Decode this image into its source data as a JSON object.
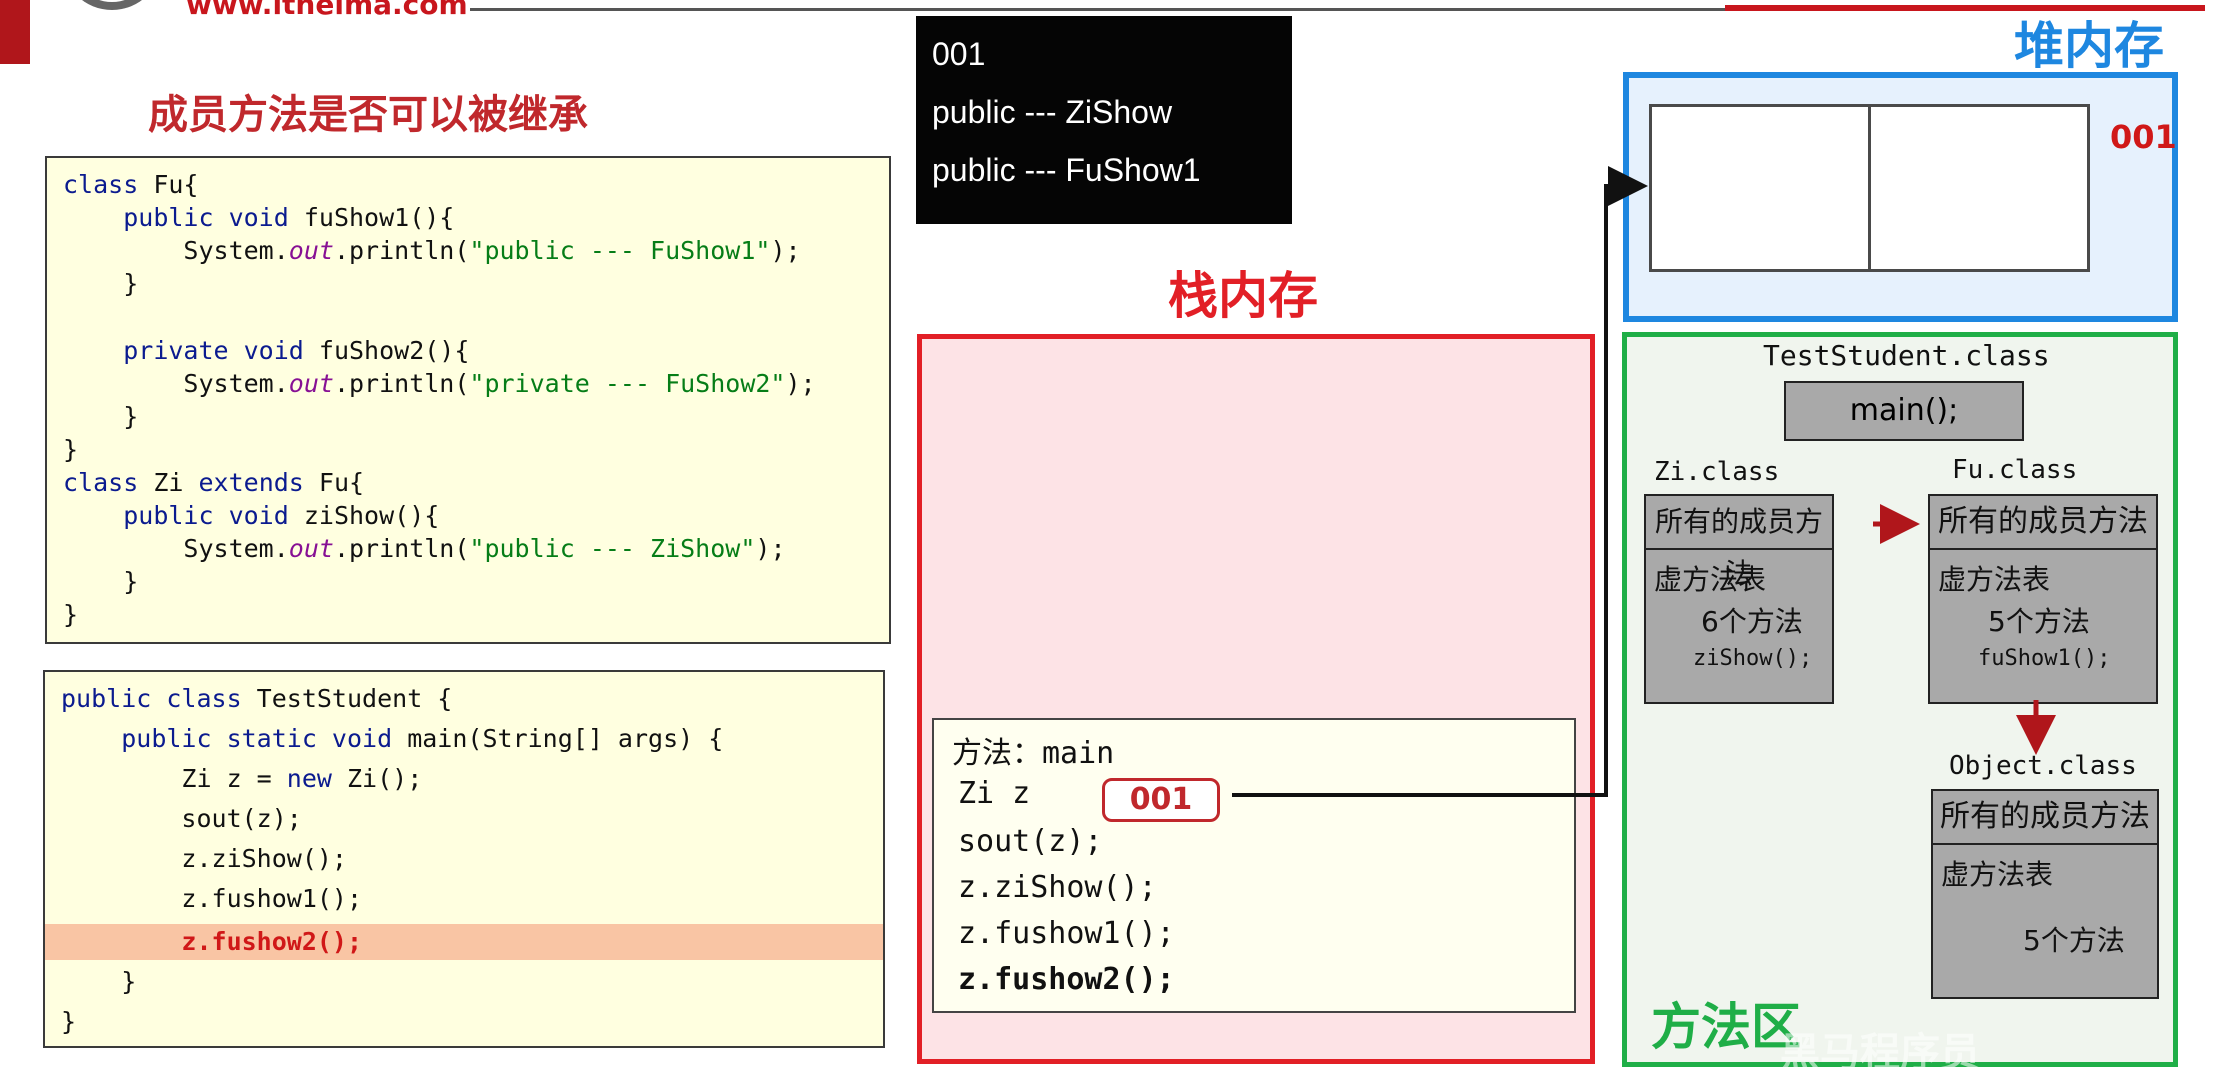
{
  "header": {
    "logo_text": "www.itheima.com"
  },
  "title": "成员方法是否可以被继承",
  "code_fu_zi": {
    "lines": [
      "class Fu{",
      "    public void fuShow1(){",
      "        System.out.println(\"public --- FuShow1\");",
      "    }",
      "",
      "    private void fuShow2(){",
      "        System.out.println(\"private --- FuShow2\");",
      "    }",
      "}",
      "class Zi extends Fu{",
      "    public void ziShow(){",
      "        System.out.println(\"public --- ZiShow\");",
      "    }",
      "}"
    ]
  },
  "code_test": {
    "lines": [
      "public class TestStudent {",
      "    public static void main(String[] args) {",
      "        Zi z = new Zi();",
      "        sout(z);",
      "        z.ziShow();",
      "        z.fushow1();",
      "        z.fushow2();",
      "    }",
      "}"
    ]
  },
  "console": {
    "lines": [
      "001",
      "public --- ZiShow",
      "public --- FuShow1"
    ]
  },
  "stack": {
    "title": "栈内存",
    "frame_lines": [
      "方法：main",
      "Zi z",
      "sout(z);",
      "z.ziShow();",
      "z.fushow1();",
      "z.fushow2();"
    ],
    "ref_value": "001"
  },
  "heap": {
    "title": "堆内存",
    "address": "001"
  },
  "method_area": {
    "title": "方法区",
    "test_class_name": "TestStudent.class",
    "test_class_method": "main();",
    "zi": {
      "name": "Zi.class",
      "members": "所有的成员方法",
      "vtable": "虚方法表",
      "count": "6个方法",
      "entry": "ziShow();"
    },
    "fu": {
      "name": "Fu.class",
      "members": "所有的成员方法",
      "vtable": "虚方法表",
      "count": "5个方法",
      "entry": "fuShow1();"
    },
    "object": {
      "name": "Object.class",
      "members": "所有的成员方法",
      "vtable": "虚方法表",
      "count": "5个方法"
    }
  },
  "watermark": "黑马程序员",
  "colors": {
    "stack_border": "#e21f26",
    "stack_fill": "#fde3e6",
    "heap_border": "#1e87e0",
    "heap_fill": "#e6f1fd",
    "method_border": "#1fae47",
    "highlight_row": "#f9c5a4",
    "accent_red": "#c0282c"
  }
}
